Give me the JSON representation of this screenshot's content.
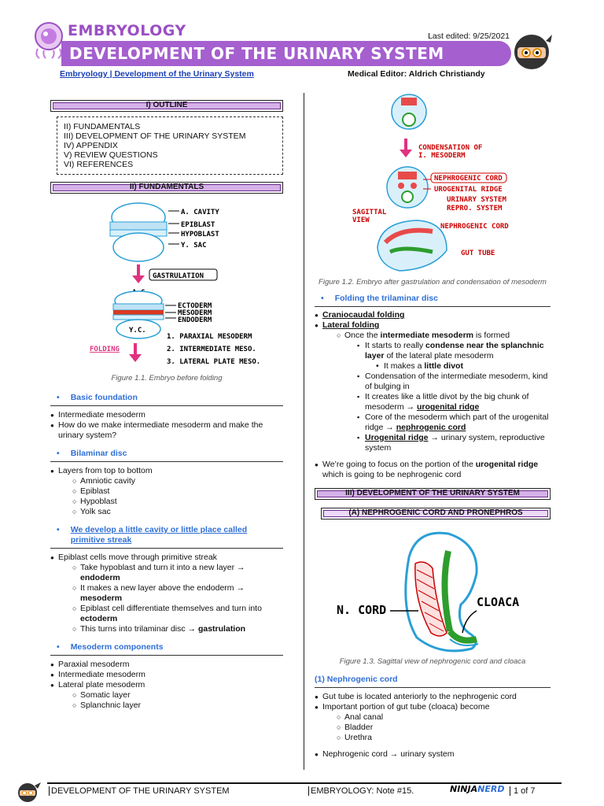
{
  "header": {
    "topic": "EMBRYOLOGY",
    "title": "DEVELOPMENT OF THE URINARY SYSTEM",
    "last_edited": "Last edited: 9/25/2021",
    "link": "Embryology | Development of the Urinary System",
    "editor": "Medical Editor: Aldrich Christiandy"
  },
  "outline": {
    "title": "I)  OUTLINE",
    "items": [
      "II) FUNDAMENTALS",
      "III) DEVELOPMENT OF THE URINARY SYSTEM",
      "IV) APPENDIX",
      "V) REVIEW QUESTIONS",
      "VI) REFERENCES"
    ]
  },
  "fundamentals": {
    "title": "II)  FUNDAMENTALS",
    "fig1_labels": [
      "A. CAVITY",
      "EPIBLAST",
      "HYPOBLAST",
      "Y. SAC",
      "GASTRULATION",
      "A.C.",
      "ECTODERM",
      "MESODERM",
      "ENDODERM",
      "Y.C.",
      "FOLDING",
      "1. PARAXIAL MESODERM",
      "2. INTERMEDIATE MESO.",
      "3. LATERAL PLATE MESO."
    ],
    "fig1_caption": "Figure 1.1. Embryo before folding",
    "basic_title": "Basic foundation",
    "basic_items": [
      "Intermediate mesoderm",
      "How do we make intermediate mesoderm and make the urinary system?"
    ],
    "bilaminar_title": "Bilaminar disc",
    "bilaminar_item": "Layers from top to bottom",
    "bilaminar_sub": [
      "Amniotic cavity",
      "Epiblast",
      "Hypoblast",
      "Yolk sac"
    ],
    "streak_title": "We develop a little cavity or little place called primitive streak",
    "streak_item": "Epiblast cells move through primitive streak",
    "streak_sub1": "Take hypoblast and turn it into a new layer →",
    "streak_sub1b": "endoderm",
    "streak_sub2": "It makes a new layer above the endoderm →",
    "streak_sub2b": "mesoderm",
    "streak_sub3": "Epiblast cell differentiate themselves and turn into",
    "streak_sub3b": "ectoderm",
    "streak_sub4": "This turns into trilaminar disc →",
    "streak_sub4b": "gastrulation",
    "meso_title": "Mesoderm components",
    "meso_items": [
      "Paraxial mesoderm",
      "Intermediate mesoderm",
      "Lateral plate mesoderm"
    ],
    "meso_sub": [
      "Somatic layer",
      "Splanchnic layer"
    ]
  },
  "right": {
    "fig2_labels": [
      "CONDENSATION OF",
      "I. MESODERM",
      "NEPHROGENIC CORD",
      "UROGENITAL RIDGE",
      "URINARY SYSTEM",
      "REPRO. SYSTEM",
      "SAGITTAL",
      "VIEW",
      "NEPHROGENIC CORD",
      "GUT TUBE"
    ],
    "fig2_caption": "Figure 1.2. Embryo after gastrulation and condensation of mesoderm",
    "folding_title": "Folding the trilaminar disc",
    "cranio": "Craniocaudal folding",
    "lateral": "Lateral folding",
    "once_a": "Once the ",
    "once_b": "intermediate mesoderm",
    "once_c": " is formed",
    "cond_a": "It starts to really ",
    "cond_b": "condense near the splanchnic layer",
    "cond_c": " of the lateral plate mesoderm",
    "divot_a": "It makes a ",
    "divot_b": "little divot",
    "bulging": "Condensation of the intermediate mesoderm, kind of bulging in",
    "creates_a": "It creates like a little divot by the big chunk of mesoderm → ",
    "creates_b": "urogenital ridge",
    "core_a": "Core of the mesoderm which part of the urogenital ridge → ",
    "core_b": "nephrogenic cord",
    "ugr_a": "Urogenital ridge",
    "ugr_b": " → urinary system, reproductive system",
    "focus_a": "We’re going to focus on the portion of the ",
    "focus_b": "urogenital ridge",
    "focus_c": " which is going to be nephrogenic cord",
    "sec3_title": "III)  DEVELOPMENT OF THE URINARY SYSTEM",
    "secA_title": "(A)  NEPHROGENIC CORD AND PRONEPHROS",
    "fig3_labels": [
      "N. CORD",
      "CLOACA"
    ],
    "fig3_caption": "Figure 1.3. Sagittal view of nephrogenic cord and cloaca",
    "neph_title": "(1)  Nephrogenic cord",
    "neph_items": [
      "Gut tube is located anteriorly to the nephrogenic cord",
      "Important portion of gut tube (cloaca) become"
    ],
    "neph_sub": [
      "Anal canal",
      "Bladder",
      "Urethra"
    ],
    "neph_last": "Nephrogenic cord → urinary system"
  },
  "footer": {
    "left": "DEVELOPMENT OF THE URINARY SYSTEM",
    "mid": "EMBRYOLOGY: Note #15.",
    "brand_a": "NINJA",
    "brand_b": "NERD",
    "page": "1 of 7"
  }
}
